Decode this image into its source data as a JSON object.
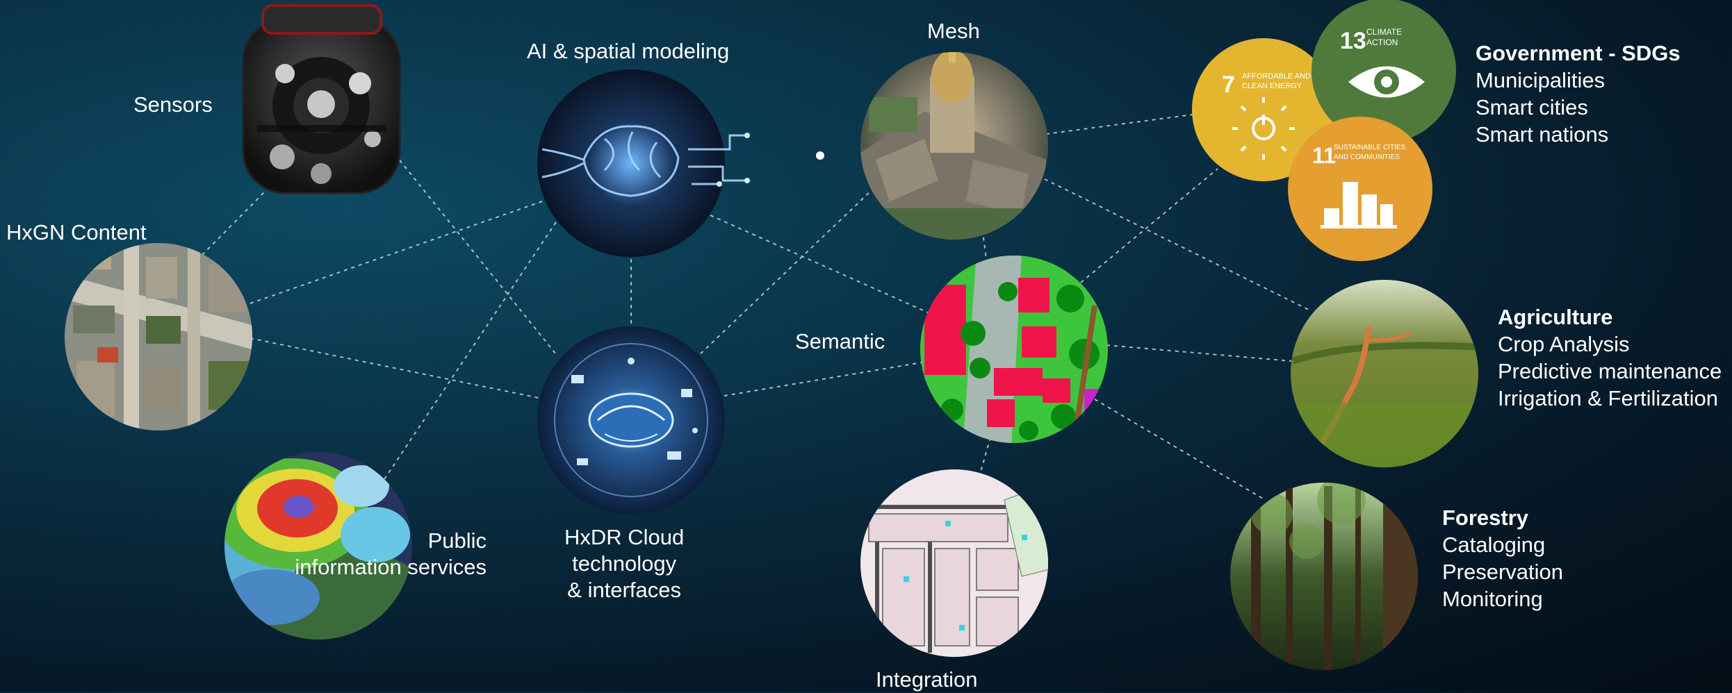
{
  "nodes": {
    "sensors": {
      "label": "Sensors",
      "icon": "sensor-camera-icon"
    },
    "hxgn_content": {
      "label": "HxGN Content",
      "icon": "aerial-city-icon"
    },
    "public_info": {
      "label_line1": "Public",
      "label_line2": "information services",
      "icon": "weather-map-icon"
    },
    "ai_modeling": {
      "label": "AI & spatial modeling",
      "icon": "digital-brain-icon"
    },
    "hxdr_cloud": {
      "label_line1": "HxDR Cloud",
      "label_line2": "technology",
      "label_line3": "& interfaces",
      "icon": "cloud-brain-icon"
    },
    "mesh": {
      "label": "Mesh",
      "icon": "mesh-3d-city-icon"
    },
    "semantic": {
      "label": "Semantic",
      "icon": "semantic-map-icon"
    },
    "integration": {
      "label": "Integration",
      "icon": "cadastral-map-icon"
    }
  },
  "sdg_badges": [
    {
      "number": "7",
      "text_line1": "AFFORDABLE AND",
      "text_line2": "CLEAN ENERGY",
      "color": "#e4b62f",
      "icon": "sun-power-icon"
    },
    {
      "number": "13",
      "text_line1": "CLIMATE",
      "text_line2": "ACTION",
      "color": "#4f7a3c",
      "icon": "eye-globe-icon"
    },
    {
      "number": "11",
      "text_line1": "SUSTAINABLE CITIES",
      "text_line2": "AND COMMUNITIES",
      "color": "#e59e30",
      "icon": "city-buildings-icon"
    }
  ],
  "groups": {
    "government": {
      "title": "Government - SDGs",
      "items": [
        "Municipalities",
        "Smart cities",
        "Smart nations"
      ]
    },
    "agriculture": {
      "title": "Agriculture",
      "items": [
        "Crop Analysis",
        "Predictive maintenance",
        "Irrigation & Fertilization"
      ],
      "icon": "farmland-icon"
    },
    "forestry": {
      "title": "Forestry",
      "items": [
        "Cataloging",
        "Preservation",
        "Monitoring"
      ],
      "icon": "forest-canopy-icon"
    }
  },
  "colors": {
    "background_dark": "#040d16",
    "background_teal": "#0d4a63",
    "connector": "#c8d3dc"
  }
}
